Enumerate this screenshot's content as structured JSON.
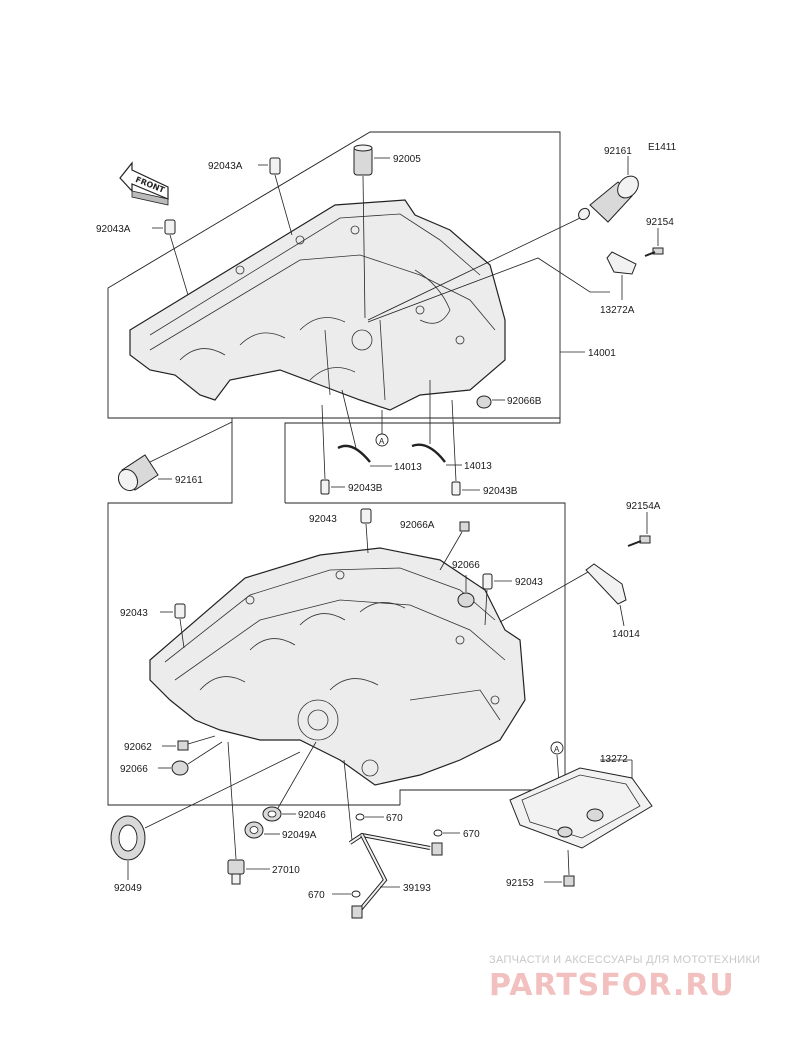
{
  "diagram_code": "E1411",
  "front_label": "FRONT",
  "parts": {
    "p92043A_top": "92043A",
    "p92043A_left": "92043A",
    "p92005": "92005",
    "p92161_top": "92161",
    "p92154": "92154",
    "p13272A": "13272A",
    "p14001": "14001",
    "p92066B": "92066B",
    "p14013_a": "14013",
    "p14013_b": "14013",
    "p92043B_a": "92043B",
    "p92043B_b": "92043B",
    "p92161_bottom": "92161",
    "p92154A": "92154A",
    "p92043_top": "92043",
    "p92066A": "92066A",
    "p92066_mid": "92066",
    "p92043_right": "92043",
    "p92043_left": "92043",
    "p14014": "14014",
    "p92062": "92062",
    "p92066_low": "92066",
    "p13272": "13272",
    "p92046": "92046",
    "p670_a": "670",
    "p670_b": "670",
    "p92049A": "92049A",
    "p670_c": "670",
    "p27010": "27010",
    "p39193": "39193",
    "p92153": "92153",
    "p92049": "92049"
  },
  "callout_ref": "A",
  "watermark": {
    "caption": "ЗАПЧАСТИ И АКСЕССУАРЫ ДЛЯ МОТОТЕХНИКИ",
    "brand": "PARTSFOR.RU"
  }
}
